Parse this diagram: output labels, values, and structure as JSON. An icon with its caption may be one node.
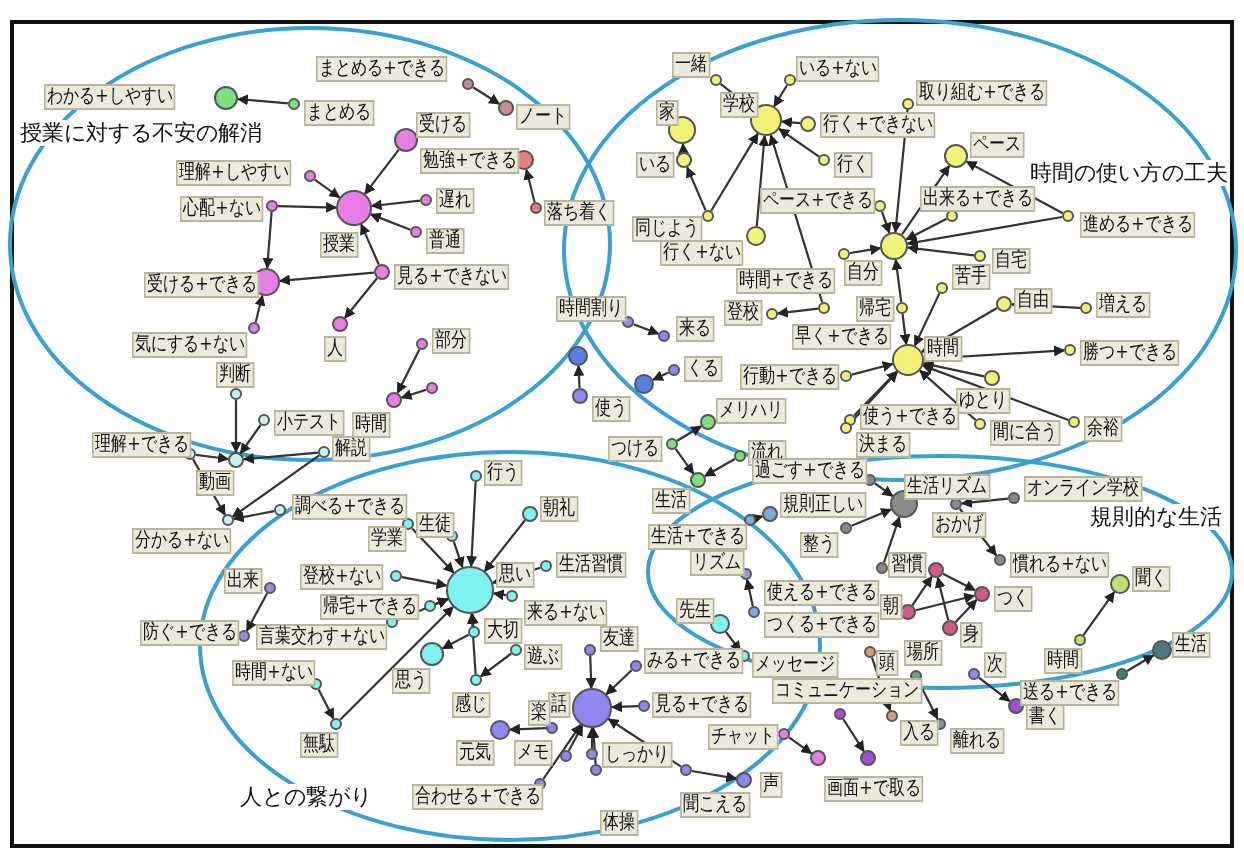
{
  "diagram": {
    "nodes": [
      {
        "text": [],
        "shape": "circle",
        "beside": [
          "わかる+しやすい"
        ]
      },
      {
        "text": [],
        "shape": "circle",
        "beside": [
          "まとめる"
        ]
      },
      {
        "text": [],
        "shape": "circle",
        "beside": [
          "まとめる+できる"
        ]
      },
      {
        "text": [],
        "shape": "circle",
        "beside": [
          "ノート"
        ]
      },
      {
        "text": [],
        "shape": "circle",
        "beside": [
          "勉強+できる"
        ]
      },
      {
        "text": [],
        "shape": "circle",
        "beside": [
          "落ち着く"
        ]
      },
      {
        "text": [],
        "shape": "circle",
        "beside": [
          "授業"
        ]
      },
      {
        "text": [],
        "shape": "circle",
        "beside": [
          "受ける"
        ]
      },
      {
        "text": [],
        "shape": "circle",
        "beside": [
          "理解+しやすい"
        ]
      },
      {
        "text": [],
        "shape": "circle",
        "beside": [
          "心配+ない"
        ]
      },
      {
        "text": [],
        "shape": "circle",
        "beside": [
          "遅れ"
        ]
      },
      {
        "text": [],
        "shape": "circle",
        "beside": [
          "普通"
        ]
      },
      {
        "text": [],
        "shape": "circle",
        "beside": [
          "見る+できない"
        ]
      },
      {
        "text": [],
        "shape": "circle",
        "beside": [
          "受ける+できる"
        ]
      },
      {
        "text": [],
        "shape": "circle",
        "beside": [
          "人"
        ]
      },
      {
        "text": [],
        "shape": "circle",
        "beside": [
          "気にする+ない"
        ]
      },
      {
        "text": [],
        "shape": "circle",
        "beside": [
          "部分"
        ]
      },
      {
        "text": [],
        "shape": "circle",
        "beside": [
          "時間"
        ]
      },
      {
        "text": [],
        "shape": "circle"
      },
      {
        "text": [],
        "shape": "circle"
      },
      {
        "text": [],
        "shape": "circle",
        "beside": [
          "使う"
        ]
      },
      {
        "text": [],
        "shape": "circle",
        "beside": [
          "判断"
        ]
      },
      {
        "text": [],
        "shape": "circle",
        "beside": [
          "小テスト"
        ]
      },
      {
        "text": [],
        "shape": "circle",
        "beside": [
          "動画"
        ]
      },
      {
        "text": [],
        "shape": "circle",
        "beside": [
          "理解+できる"
        ]
      },
      {
        "text": [],
        "shape": "circle",
        "beside": [
          "解説"
        ]
      },
      {
        "text": [],
        "shape": "circle",
        "beside": [
          "調べる+できる"
        ]
      },
      {
        "text": [],
        "shape": "circle",
        "beside": [
          "分かる+ない"
        ]
      },
      {
        "text": [],
        "shape": "circle",
        "beside": [
          "一緒"
        ]
      },
      {
        "text": [],
        "shape": "circle",
        "beside": [
          "学校"
        ]
      },
      {
        "text": [],
        "shape": "circle",
        "beside": [
          "家"
        ]
      },
      {
        "text": [],
        "shape": "circle",
        "beside": [
          "いる"
        ]
      },
      {
        "text": [],
        "shape": "circle",
        "beside": [
          "いる+ない"
        ]
      },
      {
        "text": [],
        "shape": "circle",
        "beside": [
          "行く+できない"
        ]
      },
      {
        "text": [],
        "shape": "circle",
        "beside": [
          "行く"
        ]
      },
      {
        "text": [],
        "shape": "circle",
        "beside": [
          "同じよう"
        ]
      },
      {
        "text": [],
        "shape": "circle",
        "beside": [
          "行く+ない"
        ]
      },
      {
        "text": [],
        "shape": "circle",
        "beside": [
          "取り組む+できる"
        ]
      },
      {
        "text": [],
        "shape": "circle",
        "beside": [
          "ペース"
        ]
      },
      {
        "text": [],
        "shape": "circle",
        "beside": [
          "ペース+できる"
        ]
      },
      {
        "text": [],
        "shape": "circle",
        "beside": [
          "自分"
        ]
      },
      {
        "text": [],
        "shape": "circle",
        "beside": [
          "出来る+できる"
        ]
      },
      {
        "text": [],
        "shape": "circle",
        "beside": [
          "進める+できる"
        ]
      },
      {
        "text": [],
        "shape": "circle",
        "beside": [
          "時間+できる"
        ]
      },
      {
        "text": [],
        "shape": "circle",
        "beside": [
          "自宅"
        ]
      },
      {
        "text": [],
        "shape": "circle",
        "beside": [
          "苦手"
        ]
      },
      {
        "text": [],
        "shape": "circle",
        "beside": [
          "自由"
        ]
      },
      {
        "text": [],
        "shape": "circle",
        "beside": [
          "増える"
        ]
      },
      {
        "text": [],
        "shape": "circle",
        "beside": [
          "時間"
        ]
      },
      {
        "text": [],
        "shape": "circle",
        "beside": [
          "帰宅"
        ]
      },
      {
        "text": [],
        "shape": "circle",
        "beside": [
          "早く+できる"
        ]
      },
      {
        "text": [],
        "shape": "circle",
        "beside": [
          "登校"
        ]
      },
      {
        "text": [],
        "shape": "circle",
        "beside": [
          "勝つ+できる"
        ]
      },
      {
        "text": [],
        "shape": "circle",
        "beside": [
          "ゆとり"
        ]
      },
      {
        "text": [],
        "shape": "circle",
        "beside": [
          "行動+できる"
        ]
      },
      {
        "text": [],
        "shape": "circle",
        "beside": [
          "使う+できる"
        ]
      },
      {
        "text": [],
        "shape": "circle",
        "beside": [
          "間に合う"
        ]
      },
      {
        "text": [],
        "shape": "circle",
        "beside": [
          "余裕"
        ]
      },
      {
        "text": [],
        "shape": "circle",
        "beside": [
          "決まる"
        ]
      },
      {
        "text": [],
        "shape": "circle",
        "beside": [
          "時間割り"
        ]
      },
      {
        "text": [],
        "shape": "circle",
        "beside": [
          "来る"
        ]
      },
      {
        "text": [],
        "shape": "circle"
      },
      {
        "text": [],
        "shape": "circle",
        "beside": [
          "くる"
        ]
      },
      {
        "text": [],
        "shape": "circle",
        "beside": [
          "メリハリ"
        ]
      },
      {
        "text": [],
        "shape": "circle",
        "beside": [
          "つける"
        ]
      },
      {
        "text": [],
        "shape": "circle",
        "beside": [
          "流れ"
        ]
      },
      {
        "text": [],
        "shape": "circle",
        "beside": [
          "生活"
        ]
      },
      {
        "text": [],
        "shape": "circle",
        "beside": [
          "過ごす+できる"
        ]
      },
      {
        "text": [],
        "shape": "circle",
        "beside": [
          "生活リズム"
        ]
      },
      {
        "text": [],
        "shape": "circle",
        "beside": [
          "おかげ"
        ]
      },
      {
        "text": [],
        "shape": "circle",
        "beside": [
          "オンライン学校"
        ]
      },
      {
        "text": [],
        "shape": "circle",
        "beside": [
          "整う"
        ]
      },
      {
        "text": [],
        "shape": "circle",
        "beside": [
          "慣れる+ない"
        ]
      },
      {
        "text": [],
        "shape": "circle",
        "beside": [
          "使える+できる"
        ]
      },
      {
        "text": [],
        "shape": "circle",
        "beside": [
          "規則正しい"
        ]
      },
      {
        "text": [],
        "shape": "circle",
        "beside": [
          "生活+できる"
        ]
      },
      {
        "text": [],
        "shape": "circle",
        "beside": [
          "リズム"
        ]
      },
      {
        "text": [],
        "shape": "circle",
        "beside": [
          "つくる+できる"
        ]
      },
      {
        "text": [],
        "shape": "circle",
        "beside": [
          "先生"
        ]
      },
      {
        "text": [],
        "shape": "circle",
        "beside": [
          "メッセージ"
        ]
      },
      {
        "text": [],
        "shape": "circle",
        "beside": [
          "習慣"
        ]
      },
      {
        "text": [],
        "shape": "circle",
        "beside": [
          "つく"
        ]
      },
      {
        "text": [],
        "shape": "circle",
        "beside": [
          "朝"
        ]
      },
      {
        "text": [],
        "shape": "circle",
        "beside": [
          "身"
        ]
      },
      {
        "text": [],
        "shape": "circle",
        "beside": [
          "頭"
        ]
      },
      {
        "text": [],
        "shape": "circle",
        "beside": [
          "入る"
        ]
      },
      {
        "text": [],
        "shape": "circle",
        "beside": [
          "場所"
        ]
      },
      {
        "text": [],
        "shape": "circle",
        "beside": [
          "離れる"
        ]
      },
      {
        "text": [],
        "shape": "circle",
        "beside": [
          "次"
        ]
      },
      {
        "text": [],
        "shape": "circle",
        "beside": [
          "書く"
        ]
      },
      {
        "text": [],
        "shape": "circle",
        "beside": [
          "聞く"
        ]
      },
      {
        "text": [],
        "shape": "circle",
        "beside": [
          "時間"
        ]
      },
      {
        "text": [],
        "shape": "circle",
        "beside": [
          "生活"
        ]
      },
      {
        "text": [],
        "shape": "circle",
        "beside": [
          "送る+できる"
        ]
      },
      {
        "text": [],
        "shape": "circle",
        "beside": [
          "思い"
        ]
      },
      {
        "text": [],
        "shape": "circle",
        "beside": [
          "行う"
        ]
      },
      {
        "text": [],
        "shape": "circle",
        "beside": [
          "学業"
        ]
      },
      {
        "text": [],
        "shape": "circle",
        "beside": [
          "生徒"
        ]
      },
      {
        "text": [],
        "shape": "circle",
        "beside": [
          "朝礼"
        ]
      },
      {
        "text": [],
        "shape": "circle",
        "beside": [
          "生活習慣"
        ]
      },
      {
        "text": [],
        "shape": "circle",
        "beside": [
          "登校+ない"
        ]
      },
      {
        "text": [],
        "shape": "circle",
        "beside": [
          "来る+ない"
        ]
      },
      {
        "text": [],
        "shape": "circle",
        "beside": [
          "帰宅+できる"
        ]
      },
      {
        "text": [],
        "shape": "circle",
        "beside": [
          "言葉交わす+ない"
        ]
      },
      {
        "text": [],
        "shape": "circle",
        "beside": [
          "大切"
        ]
      },
      {
        "text": [],
        "shape": "circle",
        "beside": [
          "遊ぶ"
        ]
      },
      {
        "text": [],
        "shape": "circle",
        "beside": [
          "思う"
        ]
      },
      {
        "text": [],
        "shape": "circle",
        "beside": [
          "感じ"
        ]
      },
      {
        "text": [],
        "shape": "circle",
        "beside": [
          "時間+ない"
        ]
      },
      {
        "text": [],
        "shape": "circle",
        "beside": [
          "無駄"
        ]
      },
      {
        "text": [],
        "shape": "circle",
        "beside": [
          "出来"
        ]
      },
      {
        "text": [],
        "shape": "circle",
        "beside": [
          "防ぐ+できる"
        ]
      },
      {
        "text": [],
        "shape": "circle",
        "beside": [
          "友達"
        ]
      },
      {
        "text": [],
        "shape": "circle",
        "beside": [
          "話"
        ]
      },
      {
        "text": [],
        "shape": "circle",
        "beside": [
          "みる+できる"
        ]
      },
      {
        "text": [],
        "shape": "circle",
        "beside": [
          "見る+できる"
        ]
      },
      {
        "text": [],
        "shape": "circle",
        "beside": [
          "元気"
        ]
      },
      {
        "text": [],
        "shape": "circle",
        "beside": [
          "楽"
        ]
      },
      {
        "text": [],
        "shape": "circle",
        "beside": [
          "メモ"
        ]
      },
      {
        "text": [],
        "shape": "circle",
        "beside": [
          "合わせる+できる"
        ]
      },
      {
        "text": [],
        "shape": "circle",
        "beside": [
          "しっかり"
        ]
      },
      {
        "text": [],
        "shape": "circle",
        "beside": [
          "体操"
        ]
      },
      {
        "text": [],
        "shape": "circle",
        "beside": [
          "聞こえる"
        ]
      },
      {
        "text": [],
        "shape": "circle",
        "beside": [
          "声"
        ]
      },
      {
        "text": [],
        "shape": "circle",
        "beside": [
          "コミュニケーション"
        ]
      },
      {
        "text": [],
        "shape": "circle",
        "beside": [
          "チャット"
        ]
      },
      {
        "text": [],
        "shape": "circle"
      },
      {
        "text": [],
        "shape": "circle",
        "beside": [
          "画面+で取る"
        ]
      }
    ],
    "edges": [
      {
        "from": 1,
        "to": 0,
        "arrow": "to"
      },
      {
        "from": 2,
        "to": 3,
        "arrow": "to"
      },
      {
        "from": 5,
        "to": 4,
        "arrow": "to"
      },
      {
        "from": 7,
        "to": 6,
        "arrow": "to"
      },
      {
        "from": 8,
        "to": 6,
        "arrow": "to"
      },
      {
        "from": 9,
        "to": 6,
        "arrow": "to"
      },
      {
        "from": 10,
        "to": 6,
        "arrow": "to"
      },
      {
        "from": 11,
        "to": 6,
        "arrow": "to"
      },
      {
        "from": 12,
        "to": 6,
        "arrow": "to"
      },
      {
        "from": 12,
        "to": 13,
        "arrow": "to"
      },
      {
        "from": 12,
        "to": 14,
        "arrow": "to"
      },
      {
        "from": 9,
        "to": 13,
        "arrow": "to"
      },
      {
        "from": 15,
        "to": 13,
        "arrow": "to"
      },
      {
        "from": 16,
        "to": 17,
        "arrow": "to"
      },
      {
        "from": 18,
        "to": 17,
        "arrow": "to"
      },
      {
        "from": 20,
        "to": 19,
        "arrow": "to"
      },
      {
        "from": 21,
        "to": 23,
        "arrow": "to"
      },
      {
        "from": 22,
        "to": 23,
        "arrow": "to"
      },
      {
        "from": 24,
        "to": 23,
        "arrow": "to"
      },
      {
        "from": 25,
        "to": 23,
        "arrow": "to"
      },
      {
        "from": 24,
        "to": 27,
        "arrow": "to"
      },
      {
        "from": 26,
        "to": 27,
        "arrow": "to"
      },
      {
        "from": 25,
        "to": 27,
        "arrow": "to"
      },
      {
        "from": 28,
        "to": 29,
        "arrow": "to"
      },
      {
        "from": 32,
        "to": 29,
        "arrow": "to"
      },
      {
        "from": 33,
        "to": 29,
        "arrow": "to"
      },
      {
        "from": 34,
        "to": 29,
        "arrow": "to"
      },
      {
        "from": 35,
        "to": 31,
        "arrow": "to"
      },
      {
        "from": 31,
        "to": 30,
        "arrow": "to"
      },
      {
        "from": 35,
        "to": 29,
        "arrow": "to"
      },
      {
        "from": 36,
        "to": 29,
        "arrow": "to"
      },
      {
        "from": 37,
        "to": 40,
        "arrow": "to"
      },
      {
        "from": 40,
        "to": 38,
        "arrow": "to"
      },
      {
        "from": 39,
        "to": 40,
        "arrow": "to"
      },
      {
        "from": 41,
        "to": 40,
        "arrow": "to"
      },
      {
        "from": 42,
        "to": 40,
        "arrow": "to"
      },
      {
        "from": 43,
        "to": 40,
        "arrow": "to"
      },
      {
        "from": 44,
        "to": 40,
        "arrow": "to"
      },
      {
        "from": 42,
        "to": 38,
        "arrow": "to"
      },
      {
        "from": 49,
        "to": 40,
        "arrow": "to"
      },
      {
        "from": 45,
        "to": 48,
        "arrow": "to"
      },
      {
        "from": 46,
        "to": 48,
        "arrow": "to"
      },
      {
        "from": 47,
        "to": 46,
        "arrow": "to"
      },
      {
        "from": 48,
        "to": 52,
        "arrow": "to"
      },
      {
        "from": 53,
        "to": 48,
        "arrow": "to"
      },
      {
        "from": 54,
        "to": 48,
        "arrow": "to"
      },
      {
        "from": 55,
        "to": 48,
        "arrow": "to"
      },
      {
        "from": 56,
        "to": 48,
        "arrow": "to"
      },
      {
        "from": 57,
        "to": 48,
        "arrow": "to"
      },
      {
        "from": 58,
        "to": 48,
        "arrow": "to"
      },
      {
        "from": 49,
        "to": 48,
        "arrow": "to"
      },
      {
        "from": 50,
        "to": 29,
        "arrow": "to"
      },
      {
        "from": 50,
        "to": 51,
        "arrow": "to"
      },
      {
        "from": 59,
        "to": 60,
        "arrow": "to"
      },
      {
        "from": 62,
        "to": 61,
        "arrow": "to"
      },
      {
        "from": 64,
        "to": 63,
        "arrow": "to"
      },
      {
        "from": 64,
        "to": 66,
        "arrow": "to"
      },
      {
        "from": 65,
        "to": 66,
        "arrow": "to"
      },
      {
        "from": 67,
        "to": 68,
        "arrow": "to"
      },
      {
        "from": 71,
        "to": 68,
        "arrow": "to"
      },
      {
        "from": 73,
        "to": 68,
        "arrow": "to"
      },
      {
        "from": 70,
        "to": 69,
        "arrow": "to"
      },
      {
        "from": 69,
        "to": 72,
        "arrow": "to"
      },
      {
        "from": 75,
        "to": 74,
        "arrow": "to"
      },
      {
        "from": 77,
        "to": 76,
        "arrow": "to"
      },
      {
        "from": 78,
        "to": 79,
        "arrow": "to"
      },
      {
        "from": 80,
        "to": 81,
        "arrow": "to"
      },
      {
        "from": 82,
        "to": 80,
        "arrow": "to"
      },
      {
        "from": 82,
        "to": 81,
        "arrow": "to"
      },
      {
        "from": 83,
        "to": 80,
        "arrow": "to"
      },
      {
        "from": 83,
        "to": 81,
        "arrow": "to"
      },
      {
        "from": 84,
        "to": 85,
        "arrow": "to"
      },
      {
        "from": 86,
        "to": 87,
        "arrow": "to"
      },
      {
        "from": 88,
        "to": 89,
        "arrow": "to"
      },
      {
        "from": 91,
        "to": 90,
        "arrow": "to"
      },
      {
        "from": 93,
        "to": 92,
        "arrow": "to"
      },
      {
        "from": 95,
        "to": 94,
        "arrow": "to"
      },
      {
        "from": 96,
        "to": 94,
        "arrow": "to"
      },
      {
        "from": 97,
        "to": 94,
        "arrow": "to"
      },
      {
        "from": 98,
        "to": 94,
        "arrow": "to"
      },
      {
        "from": 99,
        "to": 94,
        "arrow": "to"
      },
      {
        "from": 100,
        "to": 94,
        "arrow": "to"
      },
      {
        "from": 101,
        "to": 94,
        "arrow": "to"
      },
      {
        "from": 102,
        "to": 94,
        "arrow": "to"
      },
      {
        "from": 103,
        "to": 94,
        "arrow": "to"
      },
      {
        "from": 104,
        "to": 94,
        "arrow": "to"
      },
      {
        "from": 104,
        "to": 106,
        "arrow": "to"
      },
      {
        "from": 105,
        "to": 107,
        "arrow": "to"
      },
      {
        "from": 107,
        "to": 94,
        "arrow": "to"
      },
      {
        "from": 108,
        "to": 109,
        "arrow": "to"
      },
      {
        "from": 109,
        "to": 94,
        "arrow": "to"
      },
      {
        "from": 110,
        "to": 111,
        "arrow": "to"
      },
      {
        "from": 112,
        "to": 113,
        "arrow": "to"
      },
      {
        "from": 114,
        "to": 113,
        "arrow": "to"
      },
      {
        "from": 115,
        "to": 113,
        "arrow": "to"
      },
      {
        "from": 117,
        "to": 116,
        "arrow": "to"
      },
      {
        "from": 118,
        "to": 113,
        "arrow": "to"
      },
      {
        "from": 119,
        "to": 113,
        "arrow": "to"
      },
      {
        "from": 120,
        "to": 113,
        "arrow": "to"
      },
      {
        "from": 121,
        "to": 113,
        "arrow": "to"
      },
      {
        "from": 122,
        "to": 113,
        "arrow": "to"
      },
      {
        "from": 122,
        "to": 123,
        "arrow": "to"
      },
      {
        "from": 125,
        "to": 126,
        "arrow": "to"
      },
      {
        "from": 124,
        "to": 127,
        "arrow": "to"
      }
    ],
    "labels": [
      "授業に対する不安の解消",
      "時間の使い方の工夫",
      "規則的な生活",
      "人との繋がり"
    ]
  }
}
